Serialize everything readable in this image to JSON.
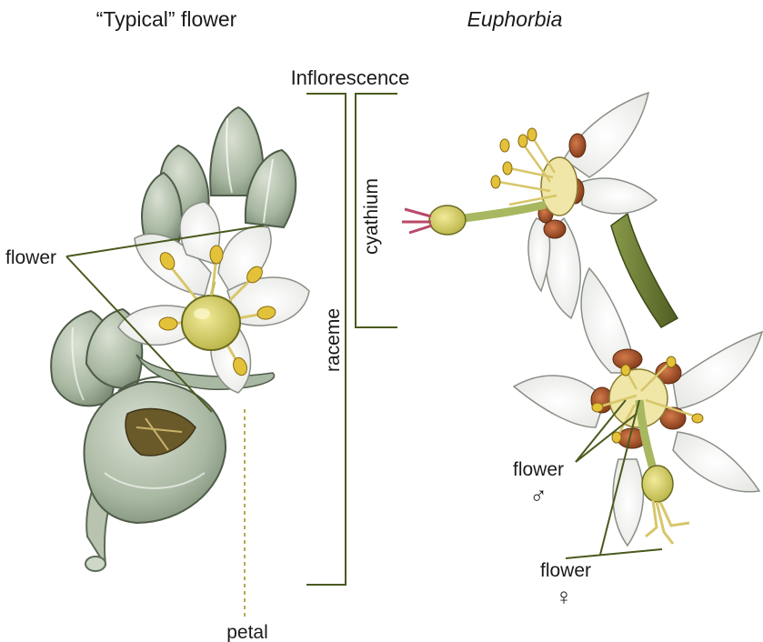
{
  "titles": {
    "typical": "“Typical” flower",
    "euphorbia": "Euphorbia"
  },
  "labels": {
    "inflorescence": "Inflorescence",
    "raceme": "raceme",
    "cyathium": "cyathium",
    "flower_left": "flower",
    "petal": "petal",
    "flower_male": "flower",
    "male_symbol": "♂",
    "flower_female": "flower",
    "female_symbol": "♀"
  },
  "colors": {
    "leader_line": "#4a5a1e",
    "bracket": "#4a5a1e",
    "petal_white": "#f7f7f5",
    "bud_green": "#a9b8a2",
    "anther_yellow": "#e3c23a",
    "gland_brown": "#9a4a25",
    "stem_green": "#6f7f3a"
  }
}
